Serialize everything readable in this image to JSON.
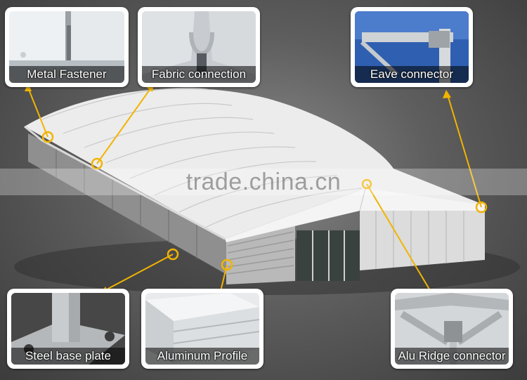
{
  "watermark": "trade.china.cn",
  "callouts": [
    {
      "label": "Metal Fastener"
    },
    {
      "label": "Fabric connection"
    },
    {
      "label": "Eave connector"
    },
    {
      "label": "Steel base plate"
    },
    {
      "label": "Aluminum Profile"
    },
    {
      "label": "Alu Ridge connector"
    }
  ],
  "colors": {
    "leader": "#f2b400",
    "marker": "#f2b400",
    "tent_roof": "#e9e9e9",
    "backdrop": "#5e5e5e"
  }
}
